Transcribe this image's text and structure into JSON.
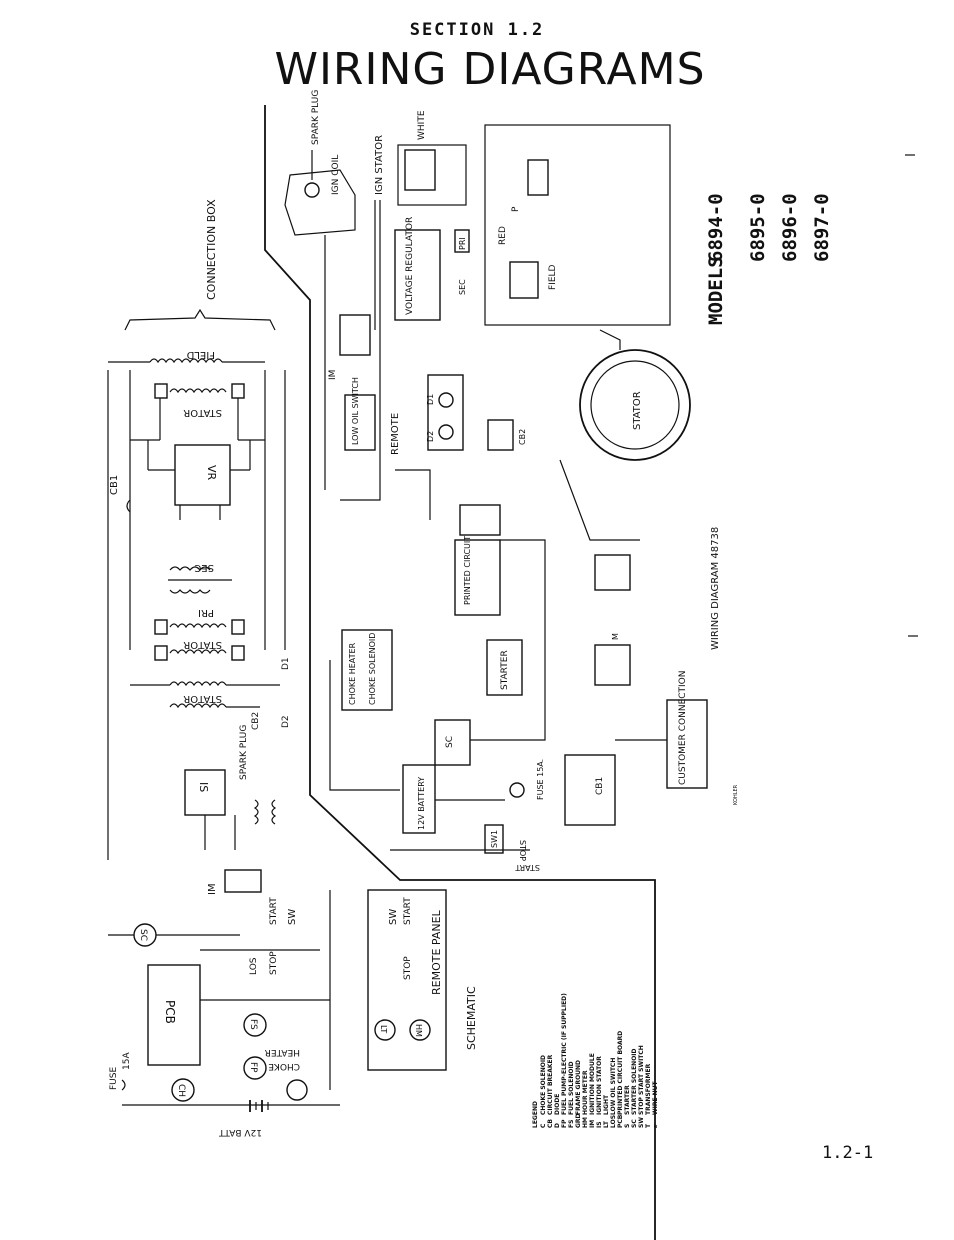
{
  "header": {
    "section": "SECTION 1.2",
    "title": "WIRING DIAGRAMS"
  },
  "models": {
    "label": "MODELS",
    "items": [
      "6894-0",
      "6895-0",
      "6896-0",
      "6897-0"
    ]
  },
  "page_number": "1.2-1",
  "wiring_diagram_caption": "WIRING DIAGRAM 48738",
  "schematic": {
    "title": "SCHEMATIC",
    "connection_box": "CONNECTION BOX",
    "components": {
      "field": "FIELD",
      "stator": "STATOR",
      "vr": "VR",
      "sec": "SEC",
      "pri": "PRI",
      "cb1": "CB1",
      "cb2": "CB2",
      "spark_plug": "SPARK PLUG",
      "is": "IS",
      "im": "IM",
      "sc": "SC",
      "pcb": "PCB",
      "fs": "FS",
      "fp": "FP",
      "ch": "CH",
      "lt": "LT",
      "hm": "HM",
      "heater": "HEATER",
      "choke": "CHOKE",
      "los": "LOS",
      "start": "START",
      "stop": "STOP",
      "sw": "SW",
      "remote_panel": "REMOTE PANEL",
      "fuse": "FUSE",
      "fuse_rating": "15A",
      "battery": "12V BATT",
      "d1": "D1",
      "d2": "D2"
    }
  },
  "wiring": {
    "components": {
      "spark_plug": "SPARK PLUG",
      "ign_coil": "IGN COIL",
      "ign_stator": "IGN STATOR",
      "white": "WHITE",
      "p": "P",
      "voltage_regulator": "VOLTAGE REGULATOR",
      "pri": "PRI",
      "sec": "SEC",
      "red": "RED",
      "field": "FIELD",
      "im": "IM",
      "low_oil_switch": "LOW OIL SWITCH",
      "remote": "REMOTE",
      "d1": "D1",
      "d2": "D2",
      "cb2": "CB2",
      "stator": "STATOR",
      "printed_circuit_board": "PRINTED CIRCUIT BOARD",
      "starter": "STARTER",
      "choke_heater": "CHOKE HEATER",
      "choke_solenoid": "CHOKE SOLENOID",
      "sc": "SC",
      "battery": "12V BATTERY",
      "fuse": "FUSE 15A.",
      "cb1": "CB1",
      "customer_connection": "CUSTOMER CONNECTION",
      "m": "M",
      "sw1": "SW1",
      "stop": "STOP",
      "start": "START"
    }
  },
  "legend": {
    "title": "LEGEND",
    "items": [
      {
        "code": "C",
        "desc": "CHOKE SOLENOID"
      },
      {
        "code": "CB",
        "desc": "CIRCUIT BREAKER"
      },
      {
        "code": "D",
        "desc": "DIODE"
      },
      {
        "code": "FP",
        "desc": "FUEL PUMP-ELECTRIC (IF SUPPLIED)"
      },
      {
        "code": "FS",
        "desc": "FUEL SOLENOID"
      },
      {
        "code": "GRD",
        "desc": "FRAME GROUND"
      },
      {
        "code": "HM",
        "desc": "HOUR METER"
      },
      {
        "code": "IM",
        "desc": "IGNITION MODULE"
      },
      {
        "code": "IS",
        "desc": "IGNITION STATOR"
      },
      {
        "code": "LT",
        "desc": "LIGHT"
      },
      {
        "code": "LOS",
        "desc": "LOW OIL SWITCH"
      },
      {
        "code": "PCB",
        "desc": "PRINTED CIRCUIT BOARD"
      },
      {
        "code": "S",
        "desc": "STARTER"
      },
      {
        "code": "SC",
        "desc": "STARTER SOLENOID"
      },
      {
        "code": "SW",
        "desc": "STOP START SWITCH"
      },
      {
        "code": "T",
        "desc": "TRANSFORMER"
      },
      {
        "code": "⌀",
        "desc": "WIRE NUT"
      }
    ]
  },
  "stamp": "KOHLER"
}
